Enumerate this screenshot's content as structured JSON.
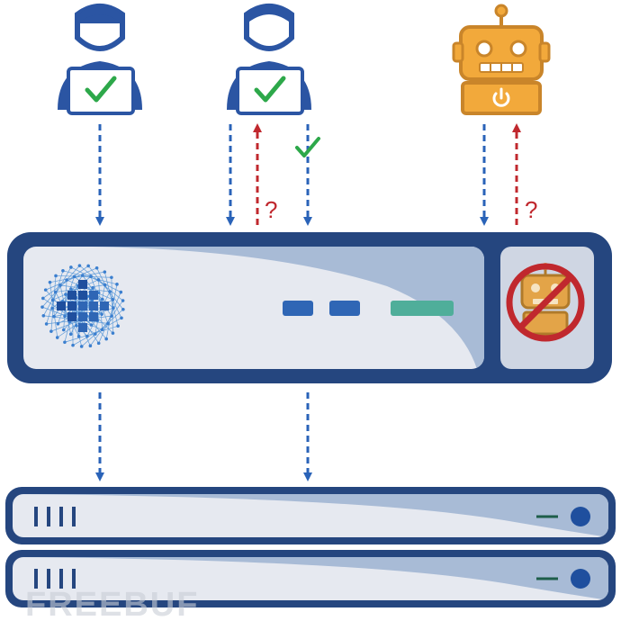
{
  "colors": {
    "user_blue": "#2b55a3",
    "request_arrow_blue": "#2a63b8",
    "reject_arrow_red": "#c0282e",
    "check_green": "#2da84a",
    "bot_orange": "#f2a93b",
    "bot_border": "#c9852a",
    "server_frame": "#25467f",
    "server_face": "#e6e9f0",
    "server_swoosh": "#a8bbd6",
    "led_blue": "#2f66b5",
    "led_teal": "#4fae9a",
    "block_red": "#c0282e",
    "watermark": "#c9ced6"
  },
  "actors": [
    {
      "kind": "human-user",
      "status_icon": "check-icon"
    },
    {
      "kind": "human-user",
      "status_icon": "check-icon"
    },
    {
      "kind": "bot",
      "status_icon": "power-icon"
    }
  ],
  "flow_labels": {
    "challenge_user": "?",
    "challenge_bot": "?"
  },
  "appliance": {
    "logo_icon": "network-mesh-icon",
    "blocked_icon": "blocked-bot-icon"
  },
  "backend_servers": [
    {
      "slots": 4
    },
    {
      "slots": 4
    }
  ],
  "watermark": "FREEBUF"
}
